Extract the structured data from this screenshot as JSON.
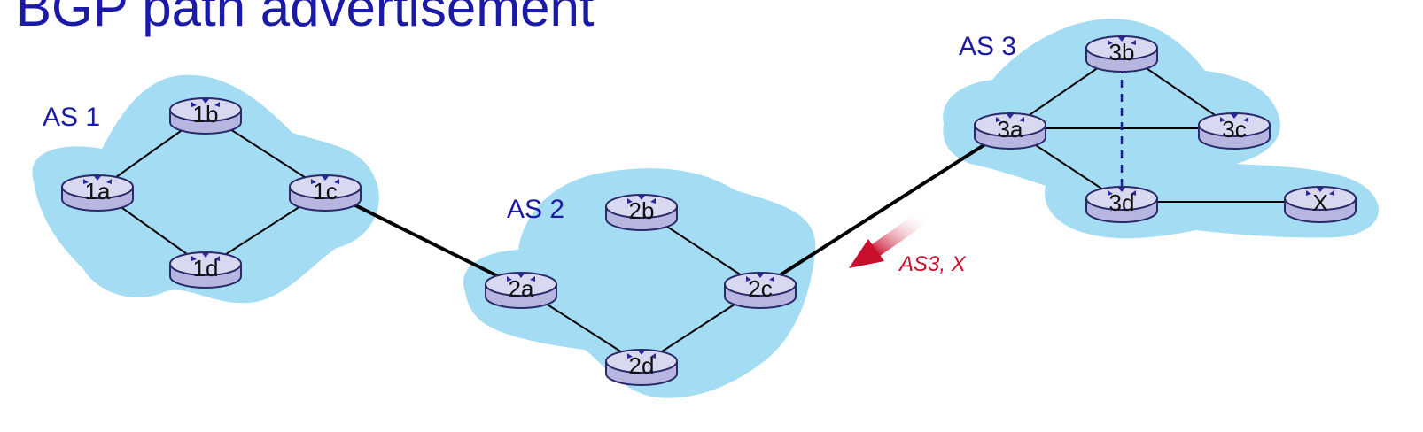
{
  "title": "BGP path advertisement",
  "autonomous_systems": [
    {
      "id": "as1",
      "label": "AS 1"
    },
    {
      "id": "as2",
      "label": "AS 2"
    },
    {
      "id": "as3",
      "label": "AS 3"
    }
  ],
  "routers": [
    {
      "id": "1a",
      "label": "1a"
    },
    {
      "id": "1b",
      "label": "1b"
    },
    {
      "id": "1c",
      "label": "1c"
    },
    {
      "id": "1d",
      "label": "1d"
    },
    {
      "id": "2a",
      "label": "2a"
    },
    {
      "id": "2b",
      "label": "2b"
    },
    {
      "id": "2c",
      "label": "2c"
    },
    {
      "id": "2d",
      "label": "2d"
    },
    {
      "id": "3a",
      "label": "3a"
    },
    {
      "id": "3b",
      "label": "3b"
    },
    {
      "id": "3c",
      "label": "3c"
    },
    {
      "id": "3d",
      "label": "3d"
    },
    {
      "id": "X",
      "label": "X"
    }
  ],
  "links": [
    {
      "from": "1a",
      "to": "1b",
      "type": "intra"
    },
    {
      "from": "1a",
      "to": "1d",
      "type": "intra"
    },
    {
      "from": "1b",
      "to": "1c",
      "type": "intra"
    },
    {
      "from": "1d",
      "to": "1c",
      "type": "intra"
    },
    {
      "from": "1c",
      "to": "2a",
      "type": "inter"
    },
    {
      "from": "2b",
      "to": "2c",
      "type": "intra"
    },
    {
      "from": "2a",
      "to": "2d",
      "type": "intra"
    },
    {
      "from": "2d",
      "to": "2c",
      "type": "intra"
    },
    {
      "from": "2c",
      "to": "3a",
      "type": "inter"
    },
    {
      "from": "3a",
      "to": "3b",
      "type": "intra"
    },
    {
      "from": "3a",
      "to": "3c",
      "type": "intra"
    },
    {
      "from": "3a",
      "to": "3d",
      "type": "intra"
    },
    {
      "from": "3b",
      "to": "3c",
      "type": "intra"
    },
    {
      "from": "3b",
      "to": "3d",
      "type": "dashed"
    },
    {
      "from": "3d",
      "to": "X",
      "type": "intra"
    }
  ],
  "advertisement": {
    "label": "AS3, X",
    "from": "AS 3",
    "to": "AS 2"
  },
  "colors": {
    "cloud": "#a3dcf3",
    "as_label": "#1a1aa6",
    "router_body": "#b6b6e0",
    "router_top": "#d8d8f0",
    "router_outline": "#2a2a6a",
    "advertisement": "#c8102e"
  }
}
